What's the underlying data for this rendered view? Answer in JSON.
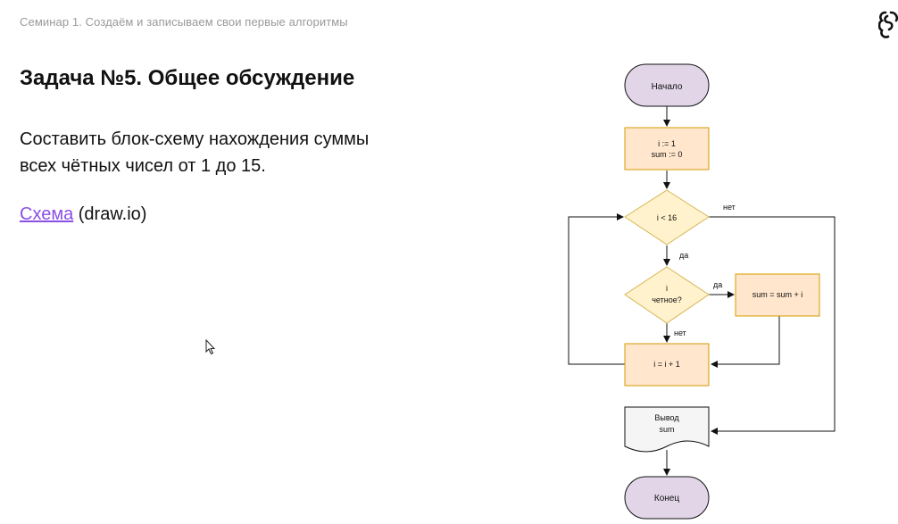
{
  "header": {
    "breadcrumb": "Семинар 1. Создаём и записываем свои первые алгоритмы"
  },
  "slide": {
    "title": "Задача №5. Общее обсуждение",
    "description_line1": "Составить блок-схему нахождения суммы",
    "description_line2": "всех чётных чисел от 1 до 15.",
    "link_label": "Схема",
    "link_suffix": " (draw.io)"
  },
  "flowchart": {
    "start": "Начало",
    "init_line1": "i := 1",
    "init_line2": "sum := 0",
    "cond_loop": "i < 16",
    "cond_even_line1": "i",
    "cond_even_line2": "четное?",
    "add_sum": "sum = sum + i",
    "increment": "i = i + 1",
    "output_line1": "Вывод",
    "output_line2": "sum",
    "end": "Конец",
    "label_no_loop": "нет",
    "label_yes_loop": "да",
    "label_yes_even": "да",
    "label_no_even": "нет"
  },
  "colors": {
    "terminal_fill": "#e1d5e7",
    "process_fill": "#ffe6cc",
    "process_stroke": "#d79b00",
    "decision_fill": "#fff2cc",
    "decision_stroke": "#d6b656",
    "document_fill": "#f5f5f5",
    "link": "#8b4fe6"
  }
}
